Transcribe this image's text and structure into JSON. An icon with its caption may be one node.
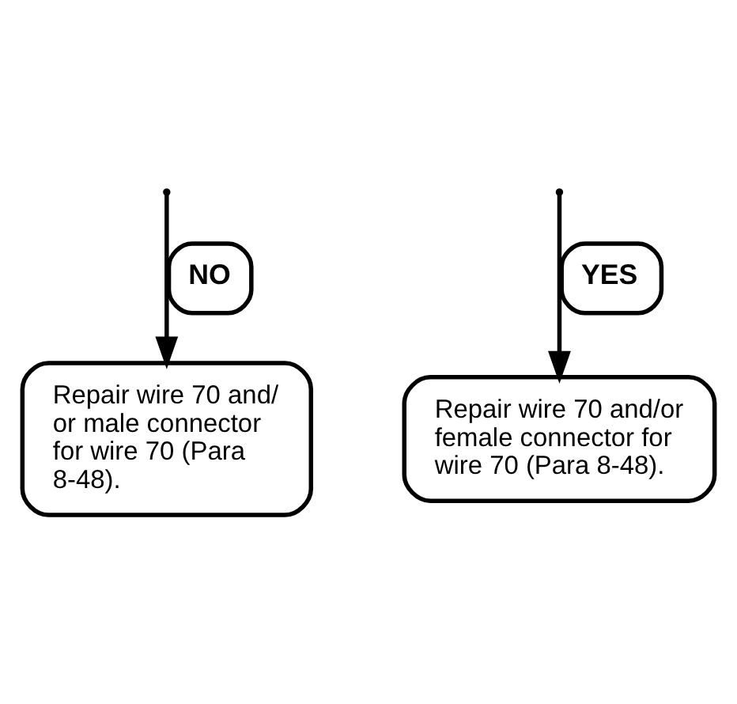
{
  "diagram": {
    "nodes": [
      {
        "text": [
          "Repair wire 70 and/ or male connector for wire 70 (Para 8-48)."
        ]
      },
      {
        "text": [
          "Repair wire 70 and/or female connector for wire 70 (Para 8-48)."
        ]
      }
    ],
    "edges": [
      {
        "from": null,
        "to": 0,
        "label": "NO",
        "arrow": "to"
      },
      {
        "from": null,
        "to": 1,
        "label": "YES",
        "arrow": "to"
      }
    ]
  }
}
